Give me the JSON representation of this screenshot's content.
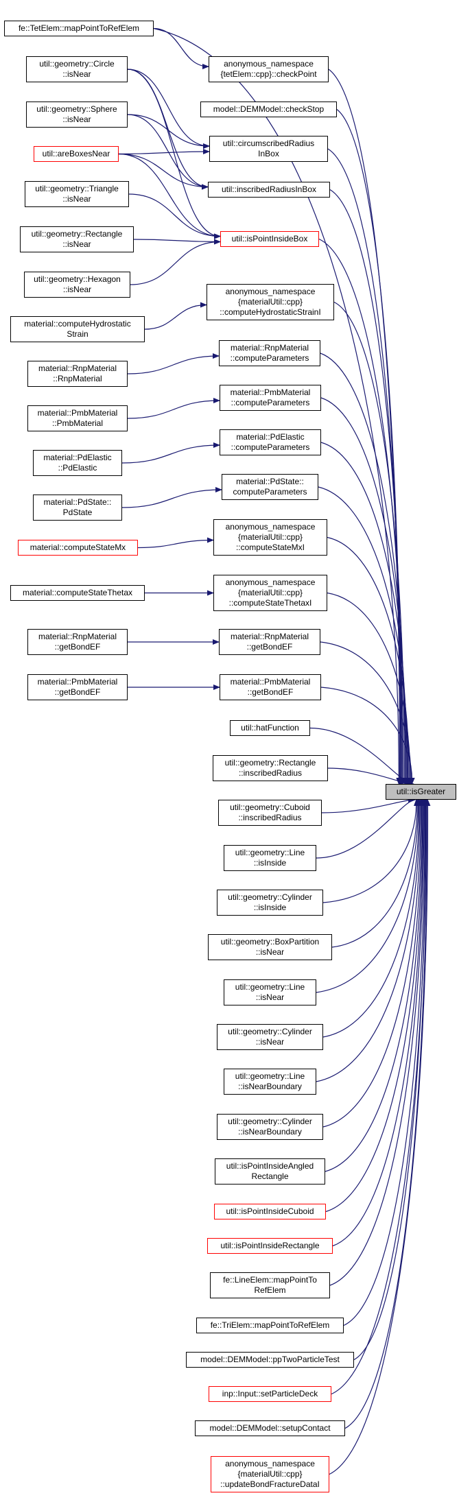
{
  "edge_color": "#191970",
  "highlight_border_color": "#ff0000",
  "target_fill": "#bfbfbf",
  "target": "util::isGreater",
  "nodes": [
    {
      "id": "t",
      "label": "util::isGreater"
    },
    {
      "id": "n1",
      "label": "fe::TetElem::mapPointToRefElem"
    },
    {
      "id": "n2",
      "label": "anonymous_namespace\n{tetElem::cpp}::checkPoint"
    },
    {
      "id": "n3",
      "label": "model::DEMModel::checkStop"
    },
    {
      "id": "n4",
      "label": "util::geometry::Circle\n::isNear"
    },
    {
      "id": "n5",
      "label": "util::circumscribedRadius\nInBox"
    },
    {
      "id": "n6",
      "label": "util::geometry::Sphere\n::isNear"
    },
    {
      "id": "n7",
      "label": "util::areBoxesNear"
    },
    {
      "id": "n8",
      "label": "util::inscribedRadiusInBox"
    },
    {
      "id": "n9",
      "label": "util::geometry::Triangle\n::isNear"
    },
    {
      "id": "n10",
      "label": "util::geometry::Rectangle\n::isNear"
    },
    {
      "id": "n11",
      "label": "util::isPointInsideBox"
    },
    {
      "id": "n12",
      "label": "util::geometry::Hexagon\n::isNear"
    },
    {
      "id": "n13",
      "label": "anonymous_namespace\n{materialUtil::cpp}\n::computeHydrostaticStrainI"
    },
    {
      "id": "n14",
      "label": "material::computeHydrostatic\nStrain"
    },
    {
      "id": "n15",
      "label": "material::RnpMaterial\n::computeParameters"
    },
    {
      "id": "n16",
      "label": "material::RnpMaterial\n::RnpMaterial"
    },
    {
      "id": "n17",
      "label": "material::PmbMaterial\n::computeParameters"
    },
    {
      "id": "n18",
      "label": "material::PmbMaterial\n::PmbMaterial"
    },
    {
      "id": "n19",
      "label": "material::PdElastic\n::computeParameters"
    },
    {
      "id": "n20",
      "label": "material::PdElastic\n::PdElastic"
    },
    {
      "id": "n21",
      "label": "material::PdState::\ncomputeParameters"
    },
    {
      "id": "n22",
      "label": "material::PdState::\nPdState"
    },
    {
      "id": "n23",
      "label": "anonymous_namespace\n{materialUtil::cpp}\n::computeStateMxI"
    },
    {
      "id": "n24",
      "label": "material::computeStateMx"
    },
    {
      "id": "n25",
      "label": "anonymous_namespace\n{materialUtil::cpp}\n::computeStateThetaxI"
    },
    {
      "id": "n26",
      "label": "material::computeStateThetax"
    },
    {
      "id": "n27",
      "label": "material::RnpMaterial\n::getBondEF"
    },
    {
      "id": "n28",
      "label": "material::RnpMaterial\n::getBondEF"
    },
    {
      "id": "n29",
      "label": "material::PmbMaterial\n::getBondEF"
    },
    {
      "id": "n30",
      "label": "material::PmbMaterial\n::getBondEF"
    },
    {
      "id": "n31",
      "label": "util::hatFunction"
    },
    {
      "id": "n32",
      "label": "util::geometry::Rectangle\n::inscribedRadius"
    },
    {
      "id": "n33",
      "label": "util::geometry::Cuboid\n::inscribedRadius"
    },
    {
      "id": "n34",
      "label": "util::geometry::Line\n::isInside"
    },
    {
      "id": "n35",
      "label": "util::geometry::Cylinder\n::isInside"
    },
    {
      "id": "n36",
      "label": "util::geometry::BoxPartition\n::isNear"
    },
    {
      "id": "n37",
      "label": "util::geometry::Line\n::isNear"
    },
    {
      "id": "n38",
      "label": "util::geometry::Cylinder\n::isNear"
    },
    {
      "id": "n39",
      "label": "util::geometry::Line\n::isNearBoundary"
    },
    {
      "id": "n40",
      "label": "util::geometry::Cylinder\n::isNearBoundary"
    },
    {
      "id": "n41",
      "label": "util::isPointInsideAngled\nRectangle"
    },
    {
      "id": "n42",
      "label": "util::isPointInsideCuboid"
    },
    {
      "id": "n43",
      "label": "util::isPointInsideRectangle"
    },
    {
      "id": "n44",
      "label": "fe::LineElem::mapPointTo\nRefElem"
    },
    {
      "id": "n45",
      "label": "fe::TriElem::mapPointToRefElem"
    },
    {
      "id": "n46",
      "label": "model::DEMModel::ppTwoParticleTest"
    },
    {
      "id": "n47",
      "label": "inp::Input::setParticleDeck"
    },
    {
      "id": "n48",
      "label": "model::DEMModel::setupContact"
    },
    {
      "id": "n49",
      "label": "anonymous_namespace\n{materialUtil::cpp}\n::updateBondFractureDataI"
    }
  ]
}
